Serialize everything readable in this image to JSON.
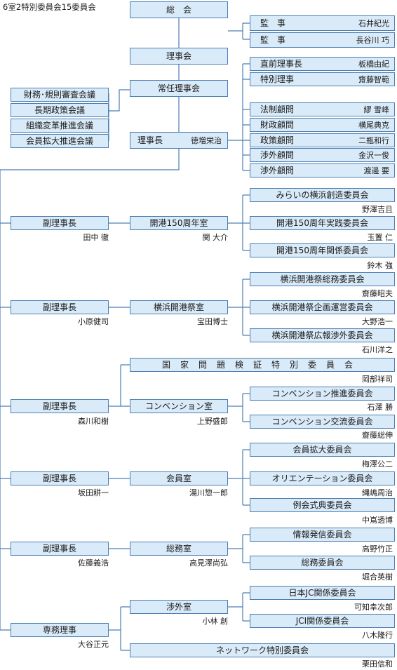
{
  "title": "6室2特別委員会15委員会",
  "general_assembly": "総　会",
  "auditors": [
    {
      "role": "監　事",
      "name": "石井紀光"
    },
    {
      "role": "監　事",
      "name": "長谷川 巧"
    }
  ],
  "board": "理事会",
  "standing_board": "常任理事会",
  "councils": [
    "財務･規則審査会議",
    "長期政策会議",
    "組織変革推進会議",
    "会員拡大推進会議"
  ],
  "president": {
    "role": "理事長",
    "name": "徳増栄治"
  },
  "advisors": [
    {
      "role": "直前理事長",
      "name": "板橋由紀"
    },
    {
      "role": "特別理事",
      "name": "齋藤智範"
    },
    {
      "role": "法制顧問",
      "name": "繆 雪峰"
    },
    {
      "role": "財政顧問",
      "name": "横尾典克"
    },
    {
      "role": "政策顧問",
      "name": "二瓶和行"
    },
    {
      "role": "渉外顧問",
      "name": "金沢一俊"
    },
    {
      "role": "渉外顧問",
      "name": "渡邊 要"
    }
  ],
  "groups": [
    {
      "vp": {
        "label": "副理事長",
        "name": "田中 徹"
      },
      "office": {
        "label": "開港150周年室",
        "name": "関 大介"
      },
      "committees": [
        {
          "label": "みらいの横浜創造委員会",
          "name": "野澤吉且"
        },
        {
          "label": "開港150周年実践委員会",
          "name": "玉置 仁"
        },
        {
          "label": "開港150周年関係委員会",
          "name": "鈴木 強"
        }
      ]
    },
    {
      "vp": {
        "label": "副理事長",
        "name": "小原健司"
      },
      "office": {
        "label": "横浜開港祭室",
        "name": "宝田博士"
      },
      "committees": [
        {
          "label": "横浜開港祭総務委員会",
          "name": "齋藤昭夫"
        },
        {
          "label": "横浜開港祭企画運営委員会",
          "name": "大野浩一"
        },
        {
          "label": "横浜開港祭広報渉外委員会",
          "name": "石川洋之"
        }
      ]
    },
    {
      "vp": {
        "label": "副理事長",
        "name": "森川和樹"
      },
      "special": {
        "label": "国家問題検証特別委員会",
        "name": "岡部祥司"
      },
      "office": {
        "label": "コンベンション室",
        "name": "上野盛郎"
      },
      "committees": [
        {
          "label": "コンベンション推進委員会",
          "name": "石澤 勝"
        },
        {
          "label": "コンベンション交流委員会",
          "name": "齋藤総伸"
        }
      ]
    },
    {
      "vp": {
        "label": "副理事長",
        "name": "坂田耕一"
      },
      "office": {
        "label": "会員室",
        "name": "湯川惣一郎"
      },
      "committees": [
        {
          "label": "会員拡大委員会",
          "name": "梅澤公二"
        },
        {
          "label": "オリエンテーション委員会",
          "name": "縄嶋周治"
        },
        {
          "label": "例会式典委員会",
          "name": "中嶌透博"
        }
      ]
    },
    {
      "vp": {
        "label": "副理事長",
        "name": "佐藤義浩"
      },
      "office": {
        "label": "総務室",
        "name": "高見澤尚弘"
      },
      "committees": [
        {
          "label": "情報発信委員会",
          "name": "高野竹正"
        },
        {
          "label": "総務委員会",
          "name": "堀合英樹"
        }
      ]
    },
    {
      "vp": {
        "label": "専務理事",
        "name": "大谷正元"
      },
      "office": {
        "label": "渉外室",
        "name": "小林 創"
      },
      "committees": [
        {
          "label": "日本JC関係委員会",
          "name": "可知幸次郎"
        },
        {
          "label": "JCI関係委員会",
          "name": "八木隆行"
        }
      ],
      "special": {
        "label": "ネットワーク特別委員会",
        "name": "栗田信和"
      }
    }
  ],
  "colors": {
    "box_fill": "#d9eaf8",
    "box_border": "#4b7fb3",
    "line": "#4b7fb3",
    "text": "#1a1a1a"
  }
}
